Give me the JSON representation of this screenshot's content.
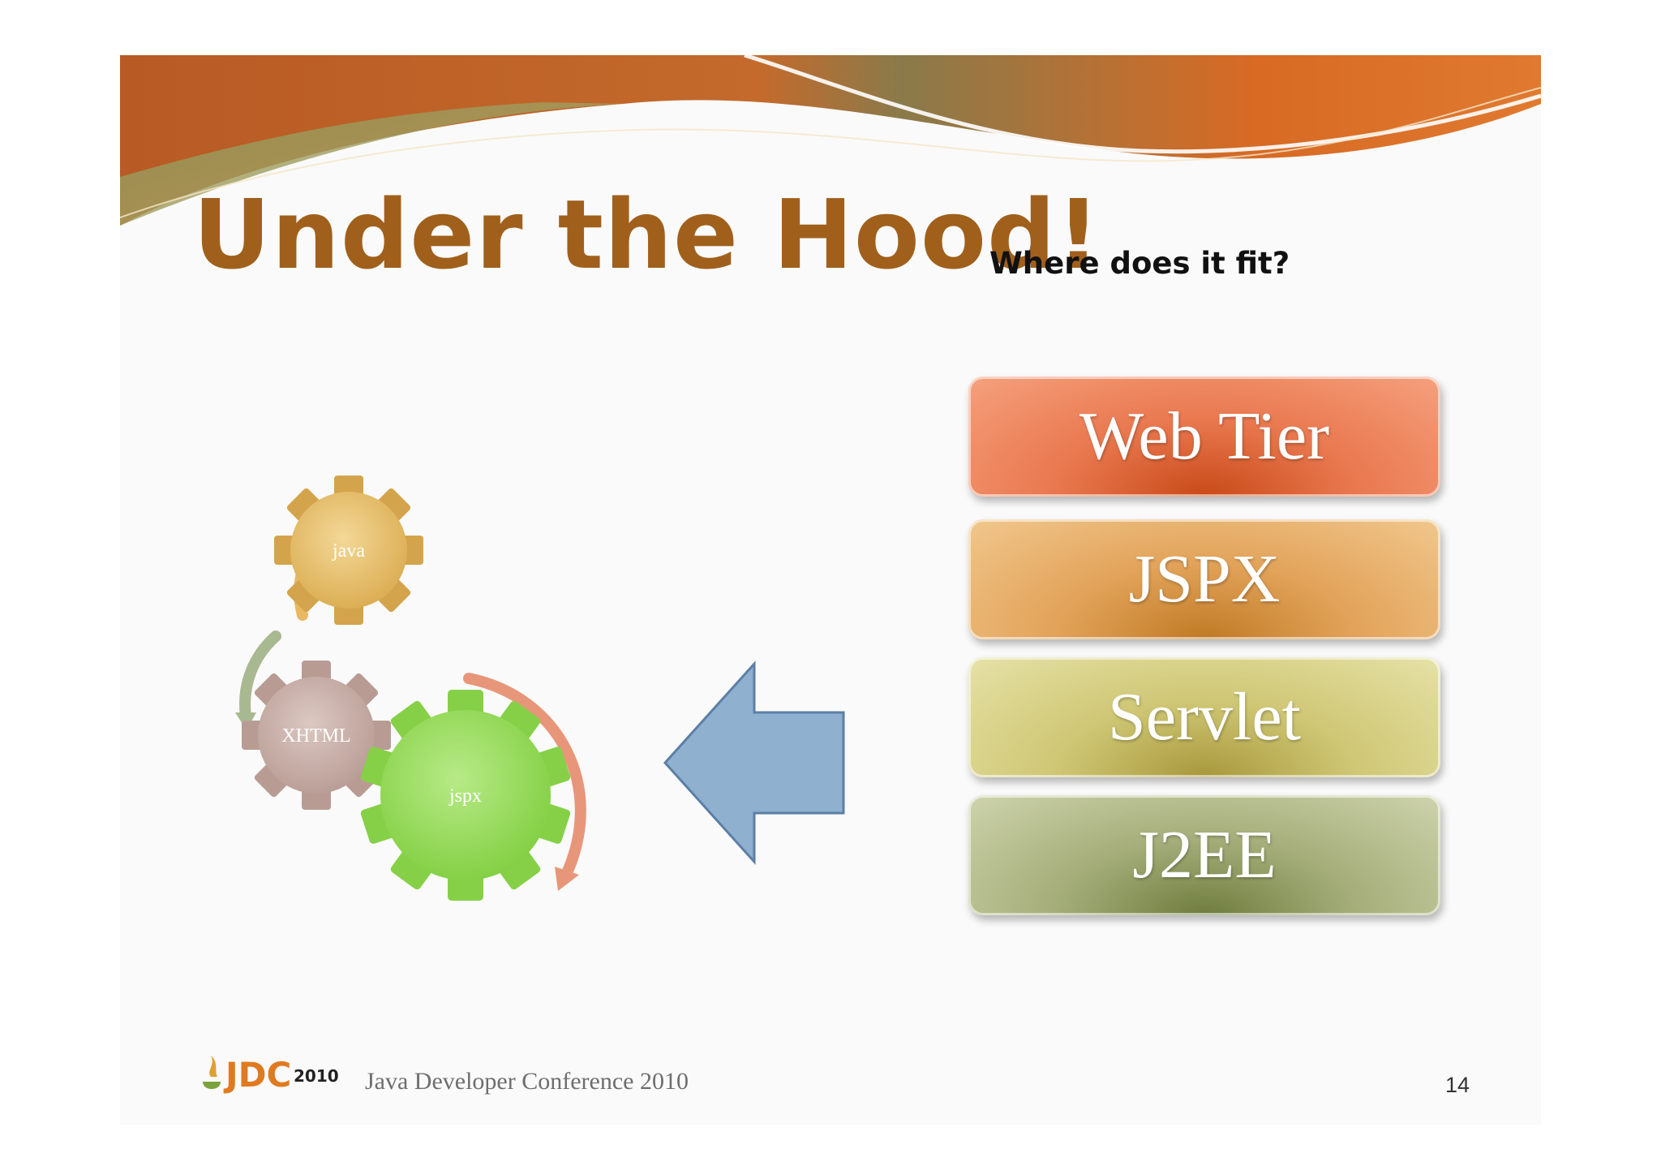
{
  "slide": {
    "title": "Under the Hood!",
    "subtitle": "Where does it fit?",
    "page_number": "14"
  },
  "stack": [
    {
      "label": "Web Tier",
      "color": "#e9784f"
    },
    {
      "label": "JSPX",
      "color": "#e2a35a"
    },
    {
      "label": "Servlet",
      "color": "#cfc775"
    },
    {
      "label": "J2EE",
      "color": "#a5ae7a"
    }
  ],
  "gears": {
    "java": "java",
    "xhtml": "XHTML",
    "jspx": "jspx"
  },
  "footer": {
    "logo_text": "JDC",
    "logo_year": "2010",
    "conference": "Java Developer Conference 2010"
  },
  "colors": {
    "title": "#a0601c",
    "arrow": "#8fb0cf",
    "gear_java": "#e0b862",
    "gear_xhtml": "#c4aaa3",
    "gear_jspx": "#8fd650"
  }
}
